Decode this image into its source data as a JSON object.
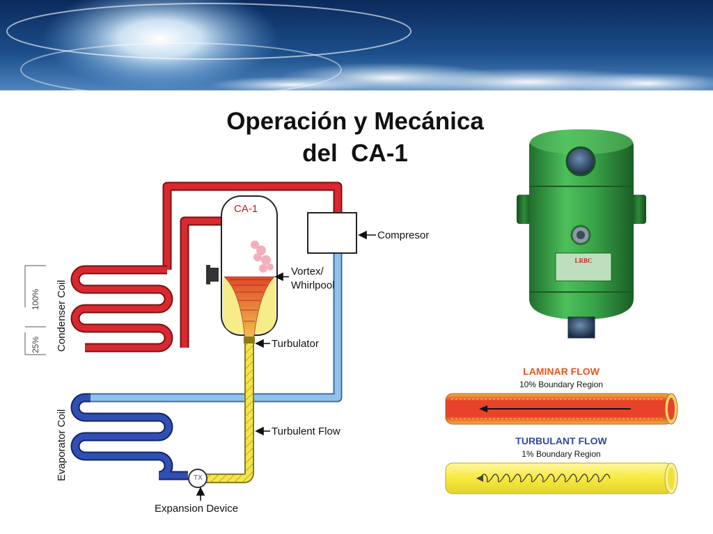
{
  "slide": {
    "title_line1": "Operación y Mecánica",
    "title_line2": "del  CA-1"
  },
  "diagram": {
    "ca1_label": "CA-1",
    "compressor_label": "Compresor",
    "vortex_label_1": "Vortex/",
    "vortex_label_2": "Whirlpool",
    "turbulator_label": "Turbulator",
    "turbulent_flow_label": "Turbulent Flow",
    "expansion_label": "Expansion Device",
    "tx_label": "TX",
    "condenser_label": "Condenser Coil",
    "evaporator_label": "Evaporator Coil",
    "scale_100": "100%",
    "scale_25": "25%"
  },
  "device": {
    "plate_text": "LRBC"
  },
  "flows": {
    "laminar_title": "LAMINAR FLOW",
    "laminar_sub": "10% Boundary Region",
    "turbulent_title": "TURBULANT FLOW",
    "turbulent_sub": "1% Boundary Region"
  },
  "colors": {
    "hot_line": "#d9282f",
    "cold_line": "#2f4fb5",
    "liquid_line": "#f2e64a",
    "suction_line": "#8fc3ee",
    "laminar_title": "#e8541e",
    "turbulent_title": "#2f4a9e",
    "device_green": "#3aa64a"
  }
}
